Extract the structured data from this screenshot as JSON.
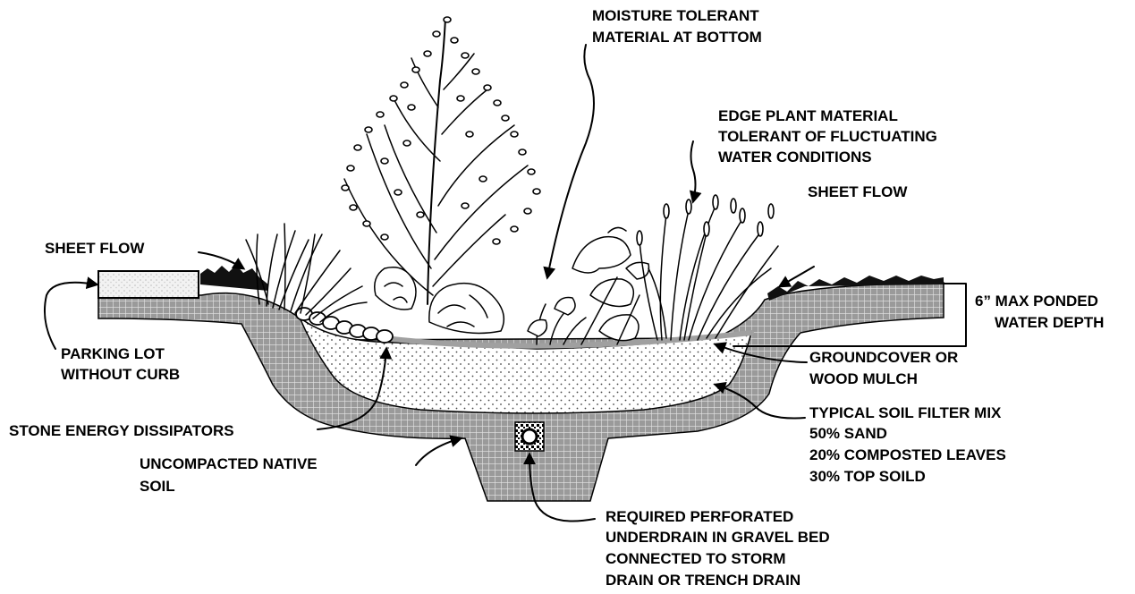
{
  "labels": {
    "moisture": [
      "MOISTURE TOLERANT",
      "MATERIAL AT BOTTOM"
    ],
    "edge_plant": [
      "EDGE PLANT MATERIAL",
      "TOLERANT OF FLUCTUATING",
      "WATER CONDITIONS"
    ],
    "sheet_flow_left": "SHEET FLOW",
    "sheet_flow_right": "SHEET FLOW",
    "ponded_depth": [
      "6” MAX PONDED",
      "WATER DEPTH"
    ],
    "parking_lot": [
      "PARKING LOT",
      "WITHOUT CURB"
    ],
    "groundcover": [
      "GROUNDCOVER OR",
      "WOOD MULCH"
    ],
    "soil_mix": [
      "TYPICAL SOIL FILTER MIX",
      "50% SAND",
      "20% COMPOSTED LEAVES",
      "30% TOP SOILD"
    ],
    "stone": "STONE ENERGY DISSIPATORS",
    "native_soil": [
      "UNCOMPACTED NATIVE",
      "SOIL"
    ],
    "underdrain": [
      "REQUIRED PERFORATED",
      "UNDERDRAIN IN GRAVEL BED",
      "CONNECTED TO STORM",
      "DRAIN OR TRENCH DRAIN"
    ]
  },
  "colors": {
    "native_soil": "#9a9a9a",
    "mulch": "#a0a0a0",
    "line": "#000000",
    "background": "#ffffff"
  }
}
